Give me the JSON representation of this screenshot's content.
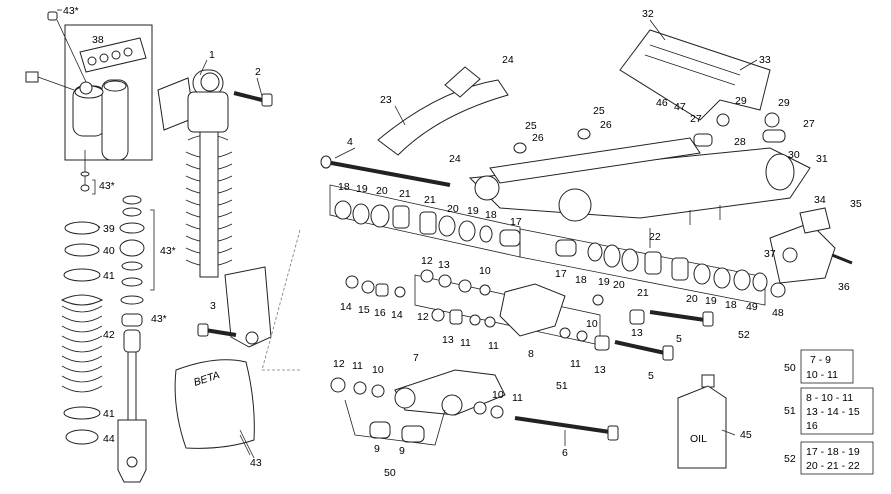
{
  "labels": {
    "l43s_top": "43*",
    "l38": "38",
    "l43s_a": "43*",
    "l1": "1",
    "l2": "2",
    "l3": "3",
    "l4": "4",
    "l5a": "5",
    "l5b": "5",
    "l6": "6",
    "l7": "7",
    "l8": "8",
    "l9a": "9",
    "l9b": "9",
    "l10a": "10",
    "l10b": "10",
    "l10c": "10",
    "l10d": "10",
    "l11a": "11",
    "l11b": "11",
    "l11c": "11",
    "l11d": "11",
    "l11e": "11",
    "l12a": "12",
    "l12b": "12",
    "l12c": "12",
    "l13a": "13",
    "l13b": "13",
    "l13c": "13",
    "l13d": "13",
    "l14a": "14",
    "l14b": "14",
    "l15": "15",
    "l16": "16",
    "l17a": "17",
    "l17b": "17",
    "l18a": "18",
    "l18b": "18",
    "l18c": "18",
    "l18d": "18",
    "l19a": "19",
    "l19b": "19",
    "l19c": "19",
    "l19d": "19",
    "l20a": "20",
    "l20b": "20",
    "l20c": "20",
    "l20d": "20",
    "l21a": "21",
    "l21b": "21",
    "l21c": "21",
    "l22": "22",
    "l23": "23",
    "l24a": "24",
    "l24b": "24",
    "l25a": "25",
    "l25b": "25",
    "l26a": "26",
    "l26b": "26",
    "l27a": "27",
    "l27b": "27",
    "l28": "28",
    "l29a": "29",
    "l29b": "29",
    "l30": "30",
    "l31": "31",
    "l32": "32",
    "l33": "33",
    "l34": "34",
    "l35": "35",
    "l36": "36",
    "l37": "37",
    "l39": "39",
    "l40": "40",
    "l41a": "41",
    "l41b": "41",
    "l42": "42",
    "l43s_b": "43*",
    "l43s_c": "43*",
    "l43": "43",
    "l44": "44",
    "l45": "45",
    "l46": "46",
    "l47": "47",
    "l48": "48",
    "l49": "49",
    "l50": "50",
    "l51": "51",
    "l52": "52"
  },
  "bag_logo": "BETA",
  "oil_label": "OIL",
  "kits": [
    {
      "num": "50",
      "lines": [
        "7 - 9",
        "10 - 11"
      ]
    },
    {
      "num": "51",
      "lines": [
        "8 - 10 - 11",
        "13 - 14 - 15",
        "16"
      ]
    },
    {
      "num": "52",
      "lines": [
        "17 - 18 - 19",
        "20 - 21 - 22"
      ]
    }
  ]
}
